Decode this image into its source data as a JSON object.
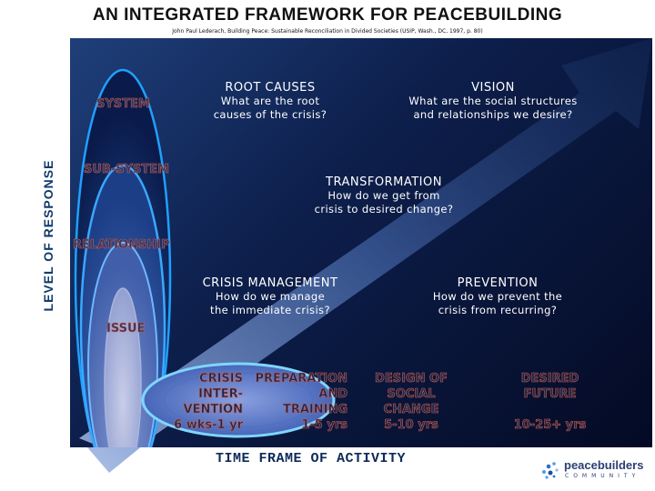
{
  "title": "AN INTEGRATED FRAMEWORK FOR PEACEBUILDING",
  "citation": "John Paul Lederach, Building Peace: Sustainable Reconciliation in Divided Societies (USIP, Wash., DC, 1997, p. 80)",
  "y_axis_label": "LEVEL OF RESPONSE",
  "x_axis_label": "TIME FRAME OF ACTIVITY",
  "levels": {
    "system": "SYSTEM",
    "subsystem": "SUB-SYSTEM",
    "relationship": "RELATIONSHIP",
    "issue": "ISSUE"
  },
  "root_causes": {
    "heading": "ROOT CAUSES",
    "line1": "What are the root",
    "line2": "causes of the crisis?"
  },
  "vision": {
    "heading": "VISION",
    "line1": "What are the social structures",
    "line2": "and relationships we desire?"
  },
  "transformation": {
    "heading": "TRANSFORMATION",
    "line1": "How do we get from",
    "line2": "crisis to desired change?"
  },
  "crisis_management": {
    "heading": "CRISIS MANAGEMENT",
    "line1": "How do we manage",
    "line2": "the immediate crisis?"
  },
  "prevention": {
    "heading": "PREVENTION",
    "line1": "How do we prevent the",
    "line2": "crisis from recurring?"
  },
  "time_frames": {
    "crisis_intervention": {
      "line1": "CRISIS",
      "line2": "INTER-",
      "line3": "VENTION",
      "line4": "6 wks-1 yr"
    },
    "preparation": {
      "line1": "PREPARATION",
      "line2": "AND",
      "line3": "TRAINING",
      "line4": "1-5 yrs"
    },
    "design": {
      "line1": "DESIGN OF",
      "line2": "SOCIAL",
      "line3": "CHANGE",
      "line4": "5-10 yrs"
    },
    "future": {
      "line1": "DESIRED",
      "line2": "FUTURE",
      "line3": "10-25+ yrs"
    }
  },
  "logo": {
    "name": "peacebuilders",
    "sub": "COMMUNITY"
  },
  "colors": {
    "panel_dark": "#040a24",
    "panel_light": "#1f3f7a",
    "arrow": "#5a7fc4",
    "ellipse_outer": "#1fa0ff",
    "ellipse_inner": "#9aa6d8",
    "bottom_ellipse": "#7fd6ff",
    "level_text_outline": "#e05a3a"
  }
}
